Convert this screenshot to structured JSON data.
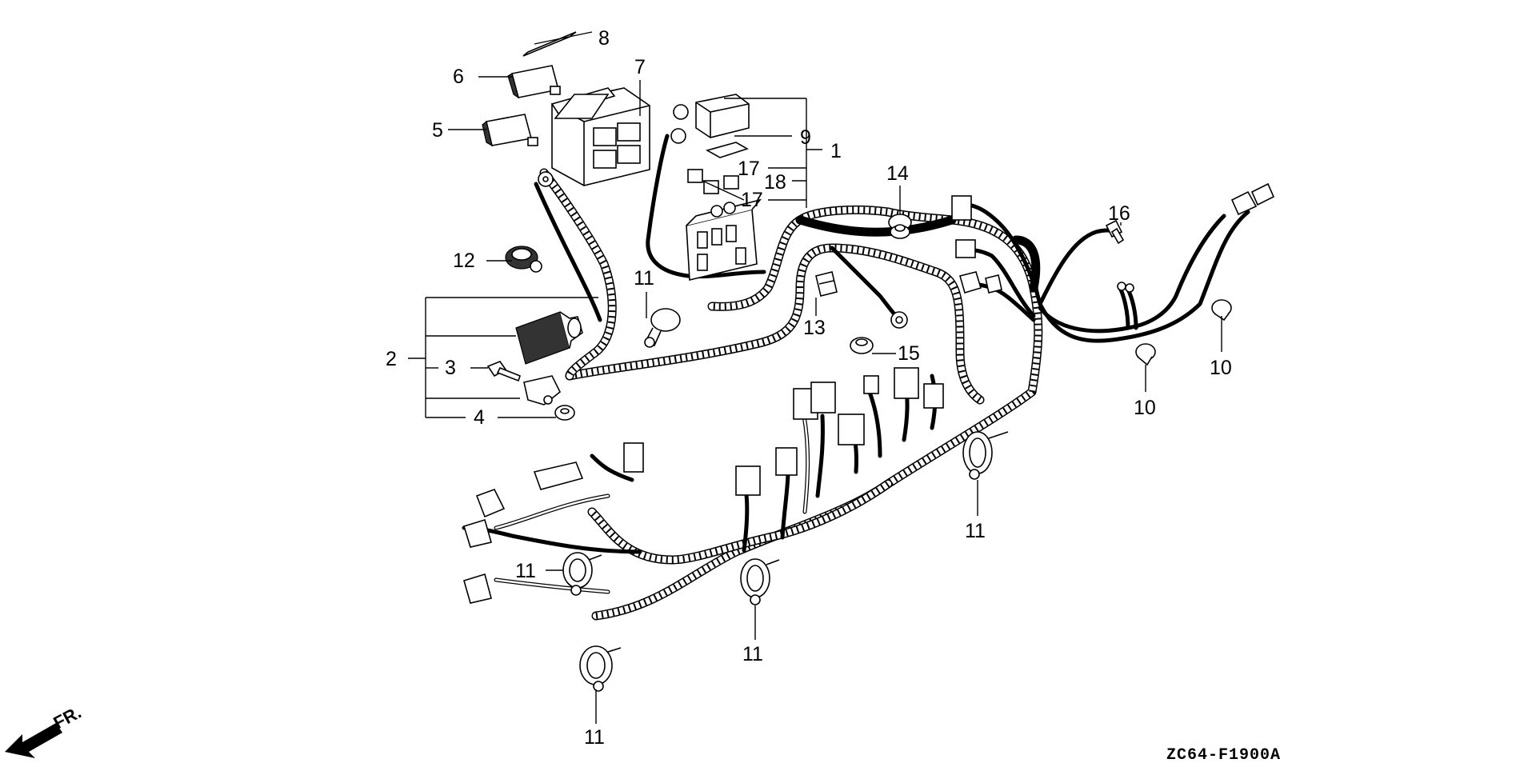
{
  "diagram": {
    "drawing_code": "ZC64-F1900A",
    "direction_label": "FR.",
    "callouts": [
      {
        "id": "c8",
        "label": "8"
      },
      {
        "id": "c7",
        "label": "7"
      },
      {
        "id": "c6",
        "label": "6"
      },
      {
        "id": "c5",
        "label": "5"
      },
      {
        "id": "c9",
        "label": "9"
      },
      {
        "id": "c1",
        "label": "1"
      },
      {
        "id": "c17a",
        "label": "17"
      },
      {
        "id": "c18",
        "label": "18"
      },
      {
        "id": "c17b",
        "label": "17"
      },
      {
        "id": "c14",
        "label": "14"
      },
      {
        "id": "c16",
        "label": "16"
      },
      {
        "id": "c12",
        "label": "12"
      },
      {
        "id": "c11a",
        "label": "11"
      },
      {
        "id": "c13",
        "label": "13"
      },
      {
        "id": "c15",
        "label": "15"
      },
      {
        "id": "c2",
        "label": "2"
      },
      {
        "id": "c3",
        "label": "3"
      },
      {
        "id": "c4",
        "label": "4"
      },
      {
        "id": "c10a",
        "label": "10"
      },
      {
        "id": "c10b",
        "label": "10"
      },
      {
        "id": "c11b",
        "label": "11"
      },
      {
        "id": "c11c",
        "label": "11"
      },
      {
        "id": "c11d",
        "label": "11"
      },
      {
        "id": "c11e",
        "label": "11"
      }
    ]
  }
}
